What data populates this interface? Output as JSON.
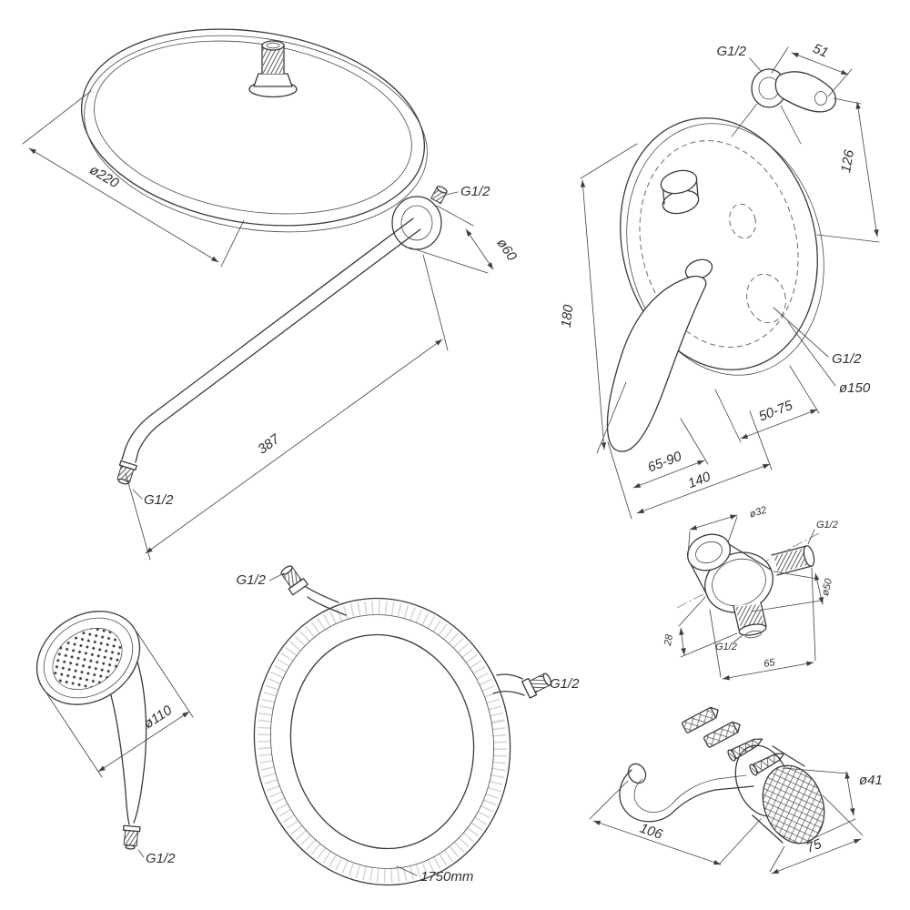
{
  "drawing": {
    "rain_head": {
      "diameter": "ø220"
    },
    "shower_arm": {
      "wall_thread": "G1/2",
      "flange_diameter": "ø60",
      "length": "387",
      "tip_thread": "G1/2"
    },
    "mixer": {
      "top_thread": "G1/2",
      "offset_51": "51",
      "height_126": "126",
      "height_180": "180",
      "bottom_thread": "G1/2",
      "plate_diameter": "ø150",
      "depth_50_75": "50-75",
      "depth_65_90": "65-90",
      "width_140": "140"
    },
    "wall_elbow": {
      "diameter_32": "ø32",
      "side_thread": "G1/2",
      "diameter_50": "ø50",
      "height_28": "28",
      "bottom_thread": "G1/2",
      "width_65": "65"
    },
    "hand_shower": {
      "diameter": "ø110",
      "thread": "G1/2"
    },
    "hose": {
      "left_thread": "G1/2",
      "right_thread": "G1/2",
      "length": "1750mm"
    },
    "wall_bracket": {
      "diameter": "ø41",
      "width_106": "106",
      "width_75": "75"
    }
  }
}
